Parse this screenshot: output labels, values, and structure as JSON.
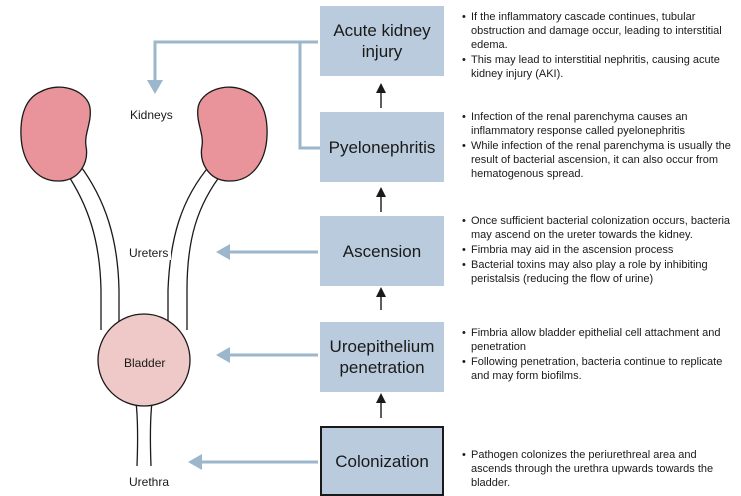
{
  "colors": {
    "box_fill": "#b9cbdc",
    "arrow_blue": "#9cb6cc",
    "kidney_pink": "#e8949a",
    "bladder_pink": "#efc8c8",
    "line_dark": "#1a1a1a"
  },
  "anatomy_labels": {
    "kidneys": "Kidneys",
    "ureters": "Ureters",
    "bladder": "Bladder",
    "urethra": "Urethra"
  },
  "stages": [
    {
      "title_line1": "Acute kidney",
      "title_line2": "injury",
      "notes": [
        "If the inflammatory cascade continues, tubular obstruction and damage occur, leading to interstitial edema.",
        "This may lead to interstitial nephritis, causing acute kidney injury (AKI)."
      ]
    },
    {
      "title_line1": "Pyelonephritis",
      "title_line2": "",
      "notes": [
        "Infection of the renal parenchyma causes an inflammatory response called pyelonephritis",
        "While infection of the renal parenchyma is usually the result of bacterial ascension, it can also occur from hematogenous spread."
      ]
    },
    {
      "title_line1": "Ascension",
      "title_line2": "",
      "notes": [
        "Once sufficient bacterial colonization occurs, bacteria may ascend on the ureter towards the kidney.",
        "Fimbria may aid in the ascension process",
        "Bacterial toxins may also play a role by inhibiting peristalsis (reducing the flow of urine)"
      ]
    },
    {
      "title_line1": "Uroepithelium",
      "title_line2": "penetration",
      "notes": [
        "Fimbria allow bladder epithelial cell attachment and penetration",
        "Following penetration, bacteria continue to replicate and may form biofilms."
      ]
    },
    {
      "title_line1": "Colonization",
      "title_line2": "",
      "notes": [
        "Pathogen colonizes the periurethreal area and ascends through the urethra upwards towards the bladder."
      ]
    }
  ]
}
